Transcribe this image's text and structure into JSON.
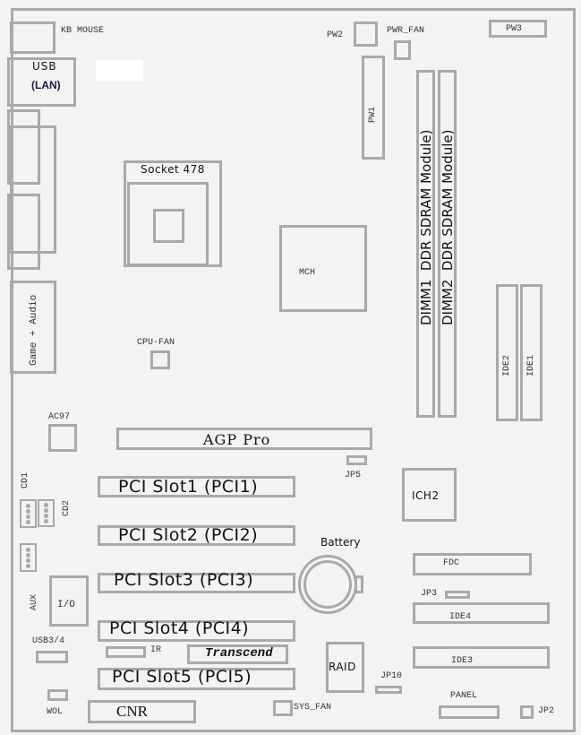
{
  "board": {
    "kb_mouse": "KB MOUSE",
    "usb": "USB",
    "lan": "(LAN)",
    "game_audio": "Game + Audio",
    "socket": "Socket 478",
    "cpu_fan": "CPU-FAN",
    "mch": "MCH",
    "pw1": "PW1",
    "pw2": "PW2",
    "pw3": "PW3",
    "pwr_fan": "PWR_FAN",
    "dimm1": "DIMM1  DDR SDRAM Module)",
    "dimm2": "DIMM2  DDR SDRAM Module)",
    "ide1": "IDE1",
    "ide2": "IDE2",
    "ac97": "AC97",
    "agp": "AGP Pro",
    "jp5": "JP5",
    "pci": [
      "PCI Slot1 (PCI1)",
      "PCI Slot2 (PCI2)",
      "PCI Slot3 (PCI3)",
      "PCI Slot4 (PCI4)",
      "PCI Slot5 (PCI5)"
    ],
    "cd1": "CD1",
    "cd2": "CD2",
    "aux": "AUX",
    "io": "I/O",
    "usb34": "USB3/4",
    "ir": "IR",
    "transcend": "Transcend",
    "wol": "WOL",
    "cnr": "CNR",
    "sys_fan": "SYS_FAN",
    "battery": "Battery",
    "raid": "RAID",
    "jp10": "JP10",
    "ich2": "ICH2",
    "fdc": "FDC",
    "jp3": "JP3",
    "ide4": "IDE4",
    "ide3": "IDE3",
    "panel": "PANEL",
    "jp2": "JP2"
  },
  "colors": {
    "outline": "#a9a9a9",
    "background": "#f3f3f1",
    "lan_text": "#1a1a3a"
  }
}
